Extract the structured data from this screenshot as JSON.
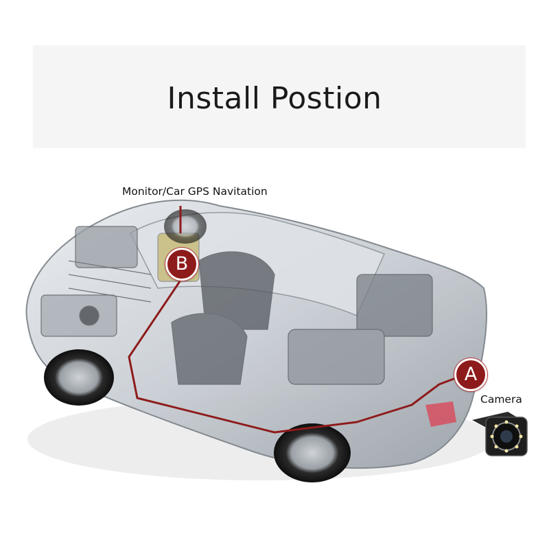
{
  "title": "Install Postion",
  "labels": {
    "monitor": "Monitor/Car GPS Navitation",
    "camera": "Camera"
  },
  "markers": {
    "b": "B",
    "a": "A"
  },
  "colors": {
    "wire": "#8e1b1b",
    "marker_fill": "#8e1b1b",
    "title_panel": "#f5f5f5"
  },
  "icons": {
    "car": "car-cutaway-icon",
    "camera": "rear-camera-icon"
  }
}
